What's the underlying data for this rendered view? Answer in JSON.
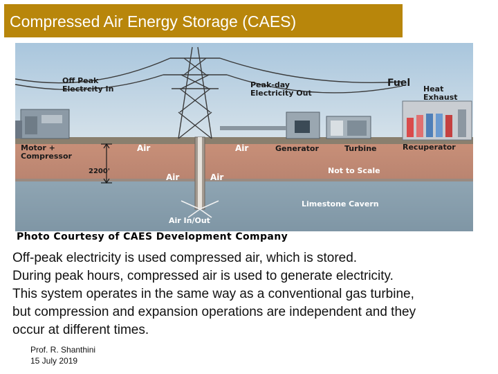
{
  "slide": {
    "title": "Compressed Air Energy Storage (CAES)"
  },
  "diagram": {
    "labels": {
      "off_peak": [
        "Off Peak",
        "Electrcity In"
      ],
      "peak_day": [
        "Peak-day",
        "Electricity Out"
      ],
      "fuel": "Fuel",
      "heat_exhaust": [
        "Heat",
        "Exhaust"
      ],
      "motor_compressor": [
        "Motor +",
        "Compressor"
      ],
      "air_1": "Air",
      "air_2": "Air",
      "generator": "Generator",
      "turbine": "Turbine",
      "recuperator": "Recuperator",
      "depth": "2200'",
      "air_3": "Air",
      "air_4": "Air",
      "not_to_scale": "Not to Scale",
      "cavern": "Limestone Cavern",
      "air_in_out": "Air In/Out"
    },
    "credit": "Photo Courtesy of CAES Development Company"
  },
  "body": {
    "lines": [
      "Off-peak electricity is used compressed air, which is stored.",
      "During peak hours, compressed air is used to generate electricity.",
      "This system operates in the same way as a conventional gas turbine,",
      "but compression and expansion operations are independent and they",
      "occur at different times."
    ]
  },
  "footer": {
    "author": "Prof. R. Shanthini",
    "date": "15 July 2019"
  }
}
